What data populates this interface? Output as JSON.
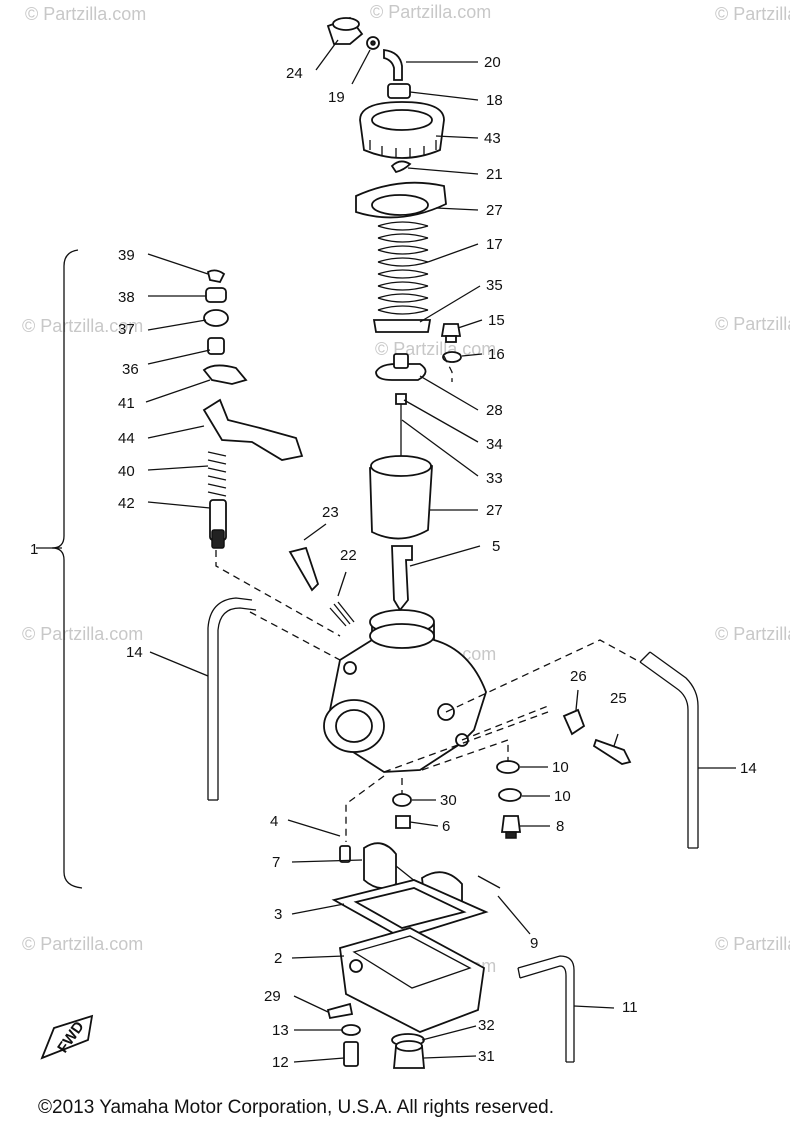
{
  "watermark": "© Partzilla.com",
  "copyright": "©2013  Yamaha Motor Corporation, U.S.A. All rights reserved.",
  "fwd_label": "FWD",
  "callouts": [
    "1",
    "2",
    "3",
    "4",
    "5",
    "6",
    "7",
    "8",
    "9",
    "10",
    "10",
    "11",
    "12",
    "13",
    "14",
    "14",
    "15",
    "16",
    "17",
    "18",
    "19",
    "20",
    "21",
    "22",
    "23",
    "24",
    "25",
    "26",
    "27",
    "27",
    "28",
    "29",
    "30",
    "31",
    "32",
    "33",
    "34",
    "35",
    "36",
    "37",
    "38",
    "39",
    "40",
    "41",
    "42",
    "43",
    "44"
  ]
}
